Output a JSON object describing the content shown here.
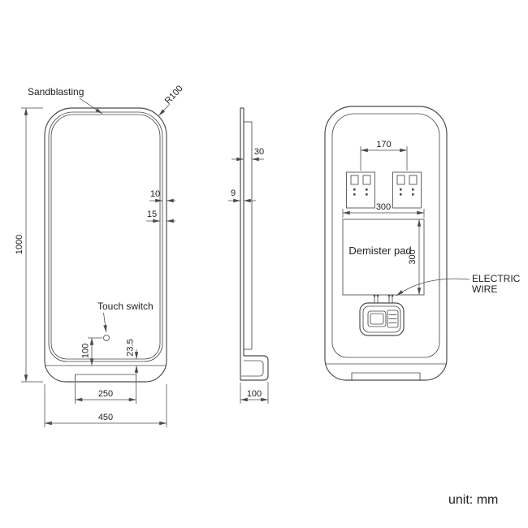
{
  "unit_note": "unit: mm",
  "front_view": {
    "sandblasting_label": "Sandblasting",
    "corner_radius": "R100",
    "touch_switch_label": "Touch switch",
    "height": "1000",
    "width": "450",
    "base_width": "250",
    "touch_switch_offset": "100",
    "touch_switch_offset_b": "23.5",
    "border_offset_a": "10",
    "border_offset_b": "15"
  },
  "side_view": {
    "frame_depth": "30",
    "glass_thickness": "9",
    "base_depth": "100"
  },
  "back_view": {
    "bracket_spacing": "170",
    "demister_width": "300",
    "demister_height": "300",
    "demister_label": "Demister pad",
    "electric_wire_line1": "ELECTRIC",
    "electric_wire_line2": "WIRE"
  }
}
